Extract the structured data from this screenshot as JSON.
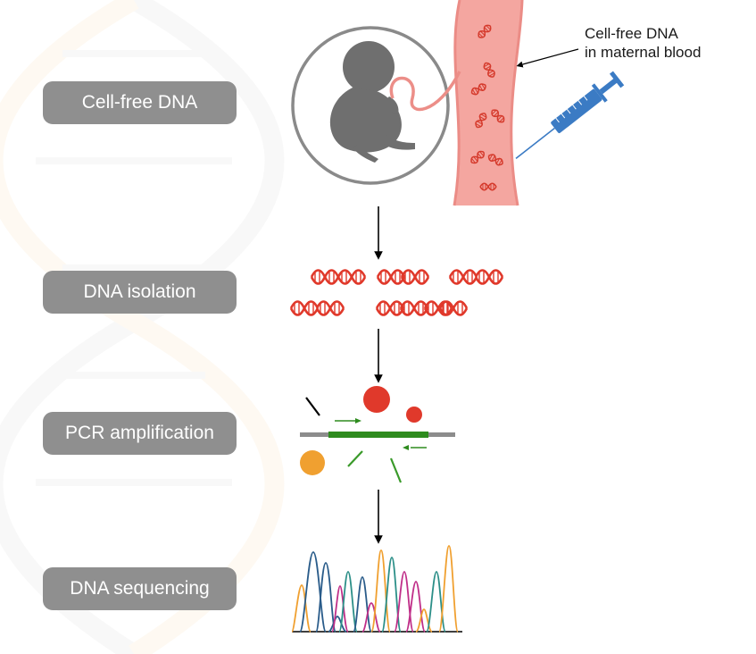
{
  "steps": [
    {
      "label": "Cell-free DNA"
    },
    {
      "label": "DNA isolation"
    },
    {
      "label": "PCR amplification"
    },
    {
      "label": "DNA sequencing"
    }
  ],
  "callout": {
    "line1": "Cell-free DNA",
    "line2": "in maternal blood"
  },
  "colors": {
    "step_box": "#8f8f8f",
    "dna_red": "#e0392b",
    "vessel_pink": "#f4a6a0",
    "syringe_blue": "#3b7bc4",
    "primer_green": "#2e8b1e",
    "fetus_gray": "#6f6f6f",
    "orange_dot": "#f0a030"
  },
  "icons": [
    "fetus-icon",
    "blood-vessel-icon",
    "syringe-icon",
    "dna-helix-icon",
    "chromatogram-icon"
  ]
}
